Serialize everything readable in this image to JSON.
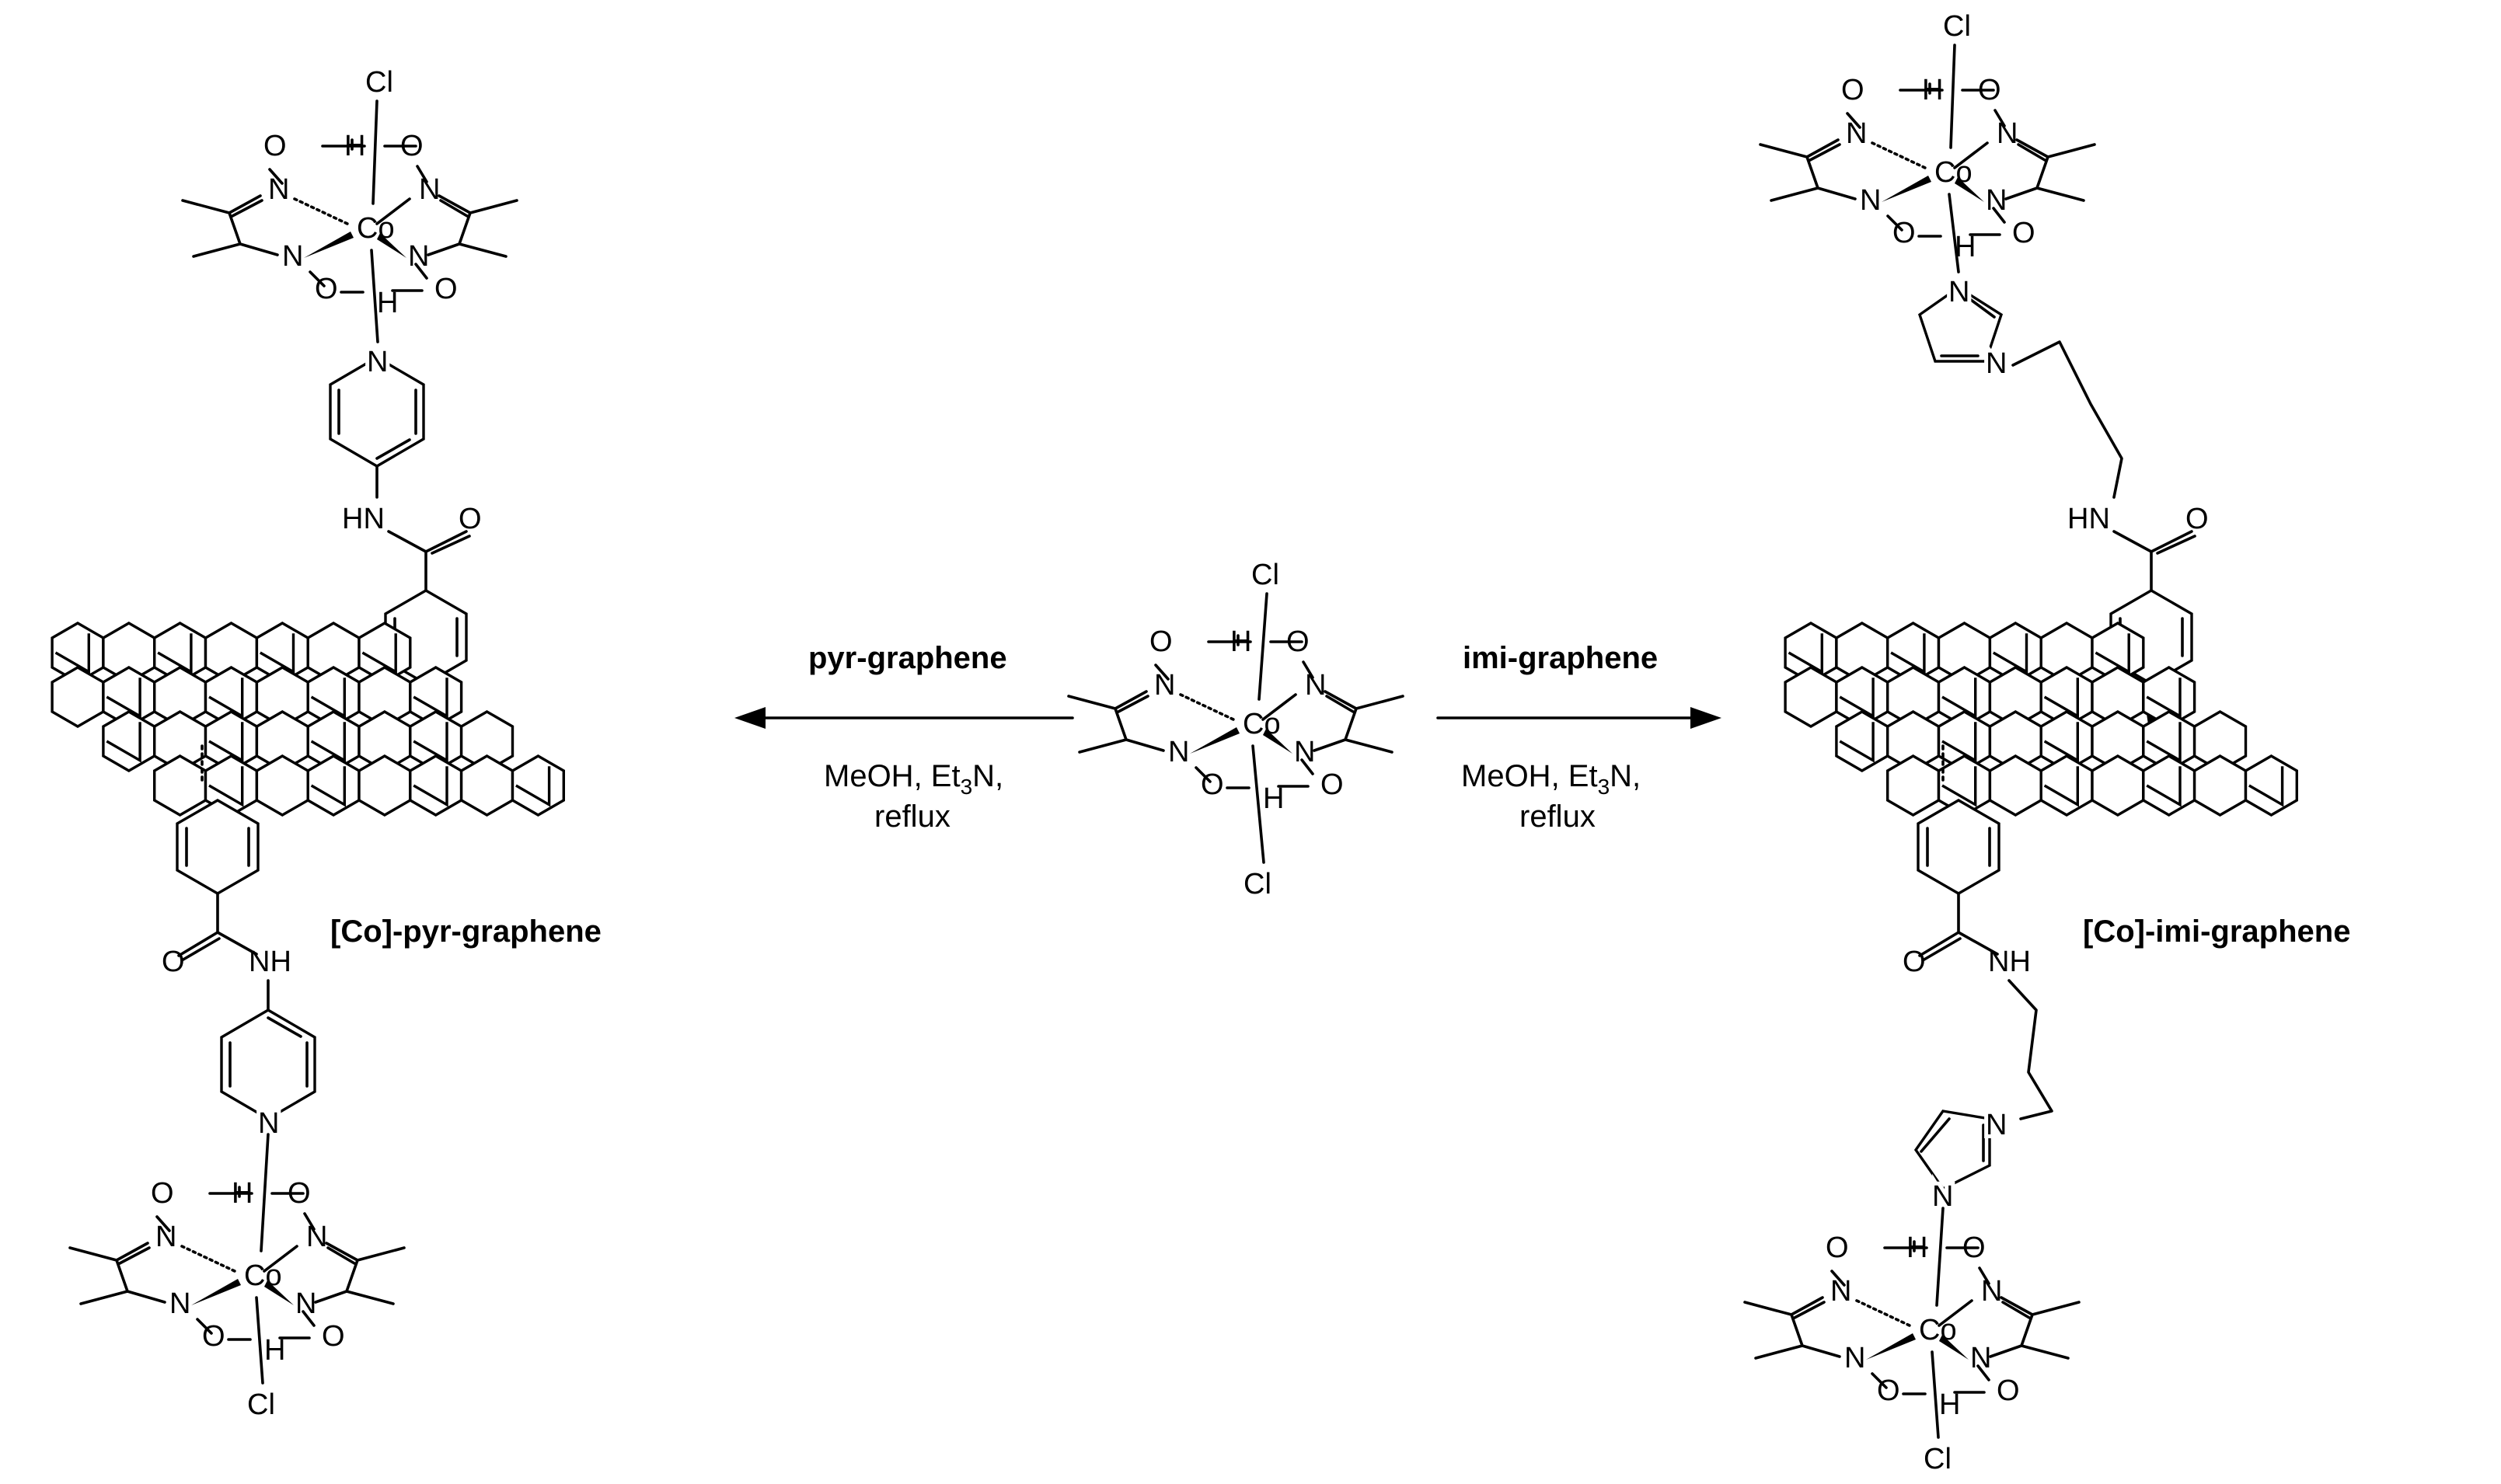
{
  "starting_complex": {
    "metal": "Co",
    "axial_top": "Cl",
    "axial_bottom": "Cl",
    "hydrogen": "H",
    "nitrogen": "N",
    "oxygen": "O"
  },
  "left_reaction": {
    "reagent": "pyr-graphene",
    "conditions_line1_prefix": "MeOH, Et",
    "conditions_line1_subscript": "3",
    "conditions_line1_suffix": "N,",
    "conditions_line2": "reflux",
    "product_name": "[Co]-pyr-graphene"
  },
  "right_reaction": {
    "reagent": "imi-graphene",
    "conditions_line1_prefix": "MeOH, Et",
    "conditions_line1_subscript": "3",
    "conditions_line1_suffix": "N,",
    "conditions_line2": "reflux",
    "product_name": "[Co]-imi-graphene"
  },
  "linkers": {
    "amide_nh_left": "HN",
    "amide_nh_right": "NH",
    "amide_o": "O",
    "ring_n": "N"
  }
}
